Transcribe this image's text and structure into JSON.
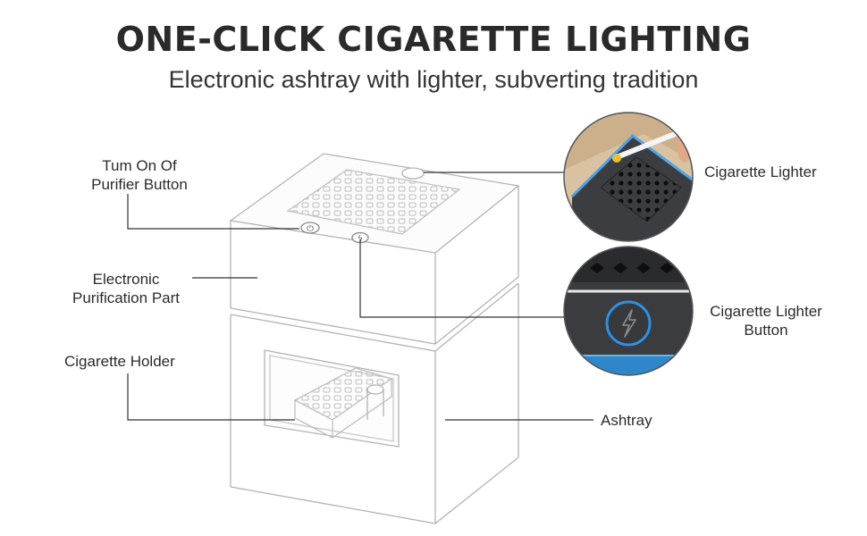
{
  "header": {
    "title": "ONE-CLICK CIGARETTE LIGHTING",
    "subtitle": "Electronic ashtray with lighter, subverting tradition"
  },
  "labels": {
    "purifier_button": [
      "Tum On Of",
      "Purifier Button"
    ],
    "purification_part": [
      "Electronic",
      "Purification Part"
    ],
    "cigarette_holder": "Cigarette Holder",
    "cigarette_lighter": "Cigarette Lighter",
    "lighter_button": [
      "Cigarette Lighter",
      "Button"
    ],
    "ashtray": "Ashtray"
  },
  "colors": {
    "line": "#333333",
    "outline": "#b8b8b8",
    "device_dark": "#3a3c40",
    "ring_blue": "#2f8fe0",
    "base_blue": "#2b7fc4"
  },
  "icons": [
    "power-icon",
    "lightning-icon"
  ]
}
